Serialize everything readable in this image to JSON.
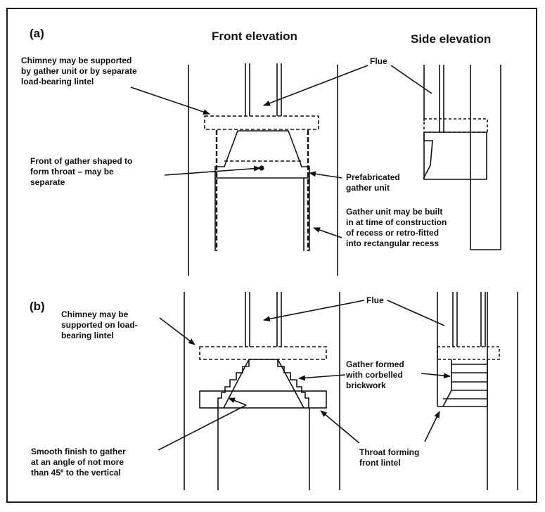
{
  "panels": {
    "a": {
      "label": "(a)",
      "front_title": "Front elevation",
      "side_title": "Side elevation",
      "flue": "Flue",
      "chimney_note": "Chimney may be supported\nby gather unit or by separate\nload-bearing lintel",
      "throat_note": "Front of gather shaped to\nform throat – may be\nseparate",
      "prefab_note": "Prefabricated\ngather unit",
      "gather_note": "Gather unit may be built\nin at time of construction\nof recess or retro-fitted\ninto rectangular recess"
    },
    "b": {
      "label": "(b)",
      "flue": "Flue",
      "chimney_note": "Chimney may be\nsupported on load-\nbearing lintel",
      "corbel_note": "Gather formed\nwith corbelled\nbrickwork",
      "smooth_note": "Smooth finish to gather\nat an angle of not more\nthan 45º to the vertical",
      "throat_note": "Throat forming\nfront lintel"
    }
  }
}
